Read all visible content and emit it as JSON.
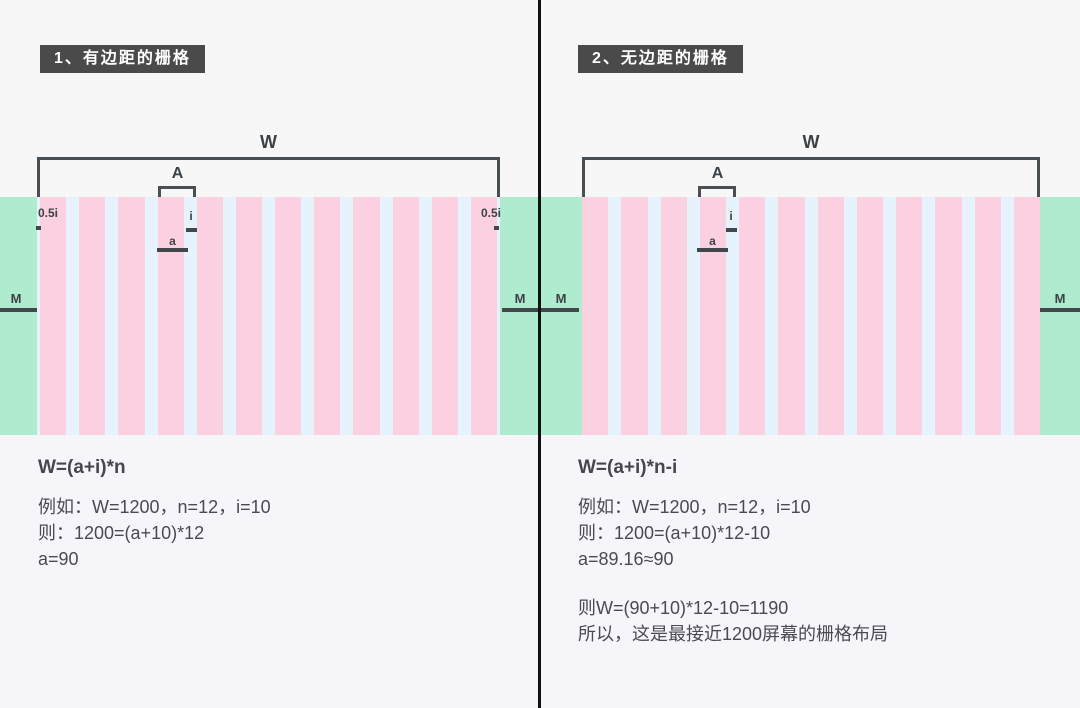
{
  "colors": {
    "top_background": "#f7f7f7",
    "bottom_background": "#f5f5fa",
    "margin_green": "#aeebcf",
    "column_pink": "#fbd1e2",
    "gutter_blue": "#e7f3fc",
    "ink_dark": "#42474c",
    "title_box_background": "#4a4a4a",
    "title_box_text": "#ffffff",
    "divider_black": "#111111"
  },
  "panel_left": {
    "title": "1、有边距的栅格",
    "w_label": "W",
    "a_label": "A",
    "half_gutter_left_label": "0.5i",
    "half_gutter_right_label": "0.5i",
    "gutter_label": "i",
    "column_label": "a",
    "margin_left_label": "M",
    "margin_right_label": "M",
    "column_count": 12,
    "formula_title": "W=(a+i)*n",
    "formula_lines": [
      "例如：W=1200，n=12，i=10",
      "则：1200=(a+10)*12",
      "a=90"
    ]
  },
  "panel_right": {
    "title": "2、无边距的栅格",
    "w_label": "W",
    "a_label": "A",
    "gutter_label": "i",
    "column_label": "a",
    "margin_left_label": "M",
    "margin_right_label": "M",
    "column_count": 12,
    "formula_title": "W=(a+i)*n-i",
    "formula_lines": [
      "例如：W=1200，n=12，i=10",
      "则：1200=(a+10)*12-10",
      "a=89.16≈90",
      "则W=(90+10)*12-10=1190",
      "所以，这是最接近1200屏幕的栅格布局"
    ]
  }
}
